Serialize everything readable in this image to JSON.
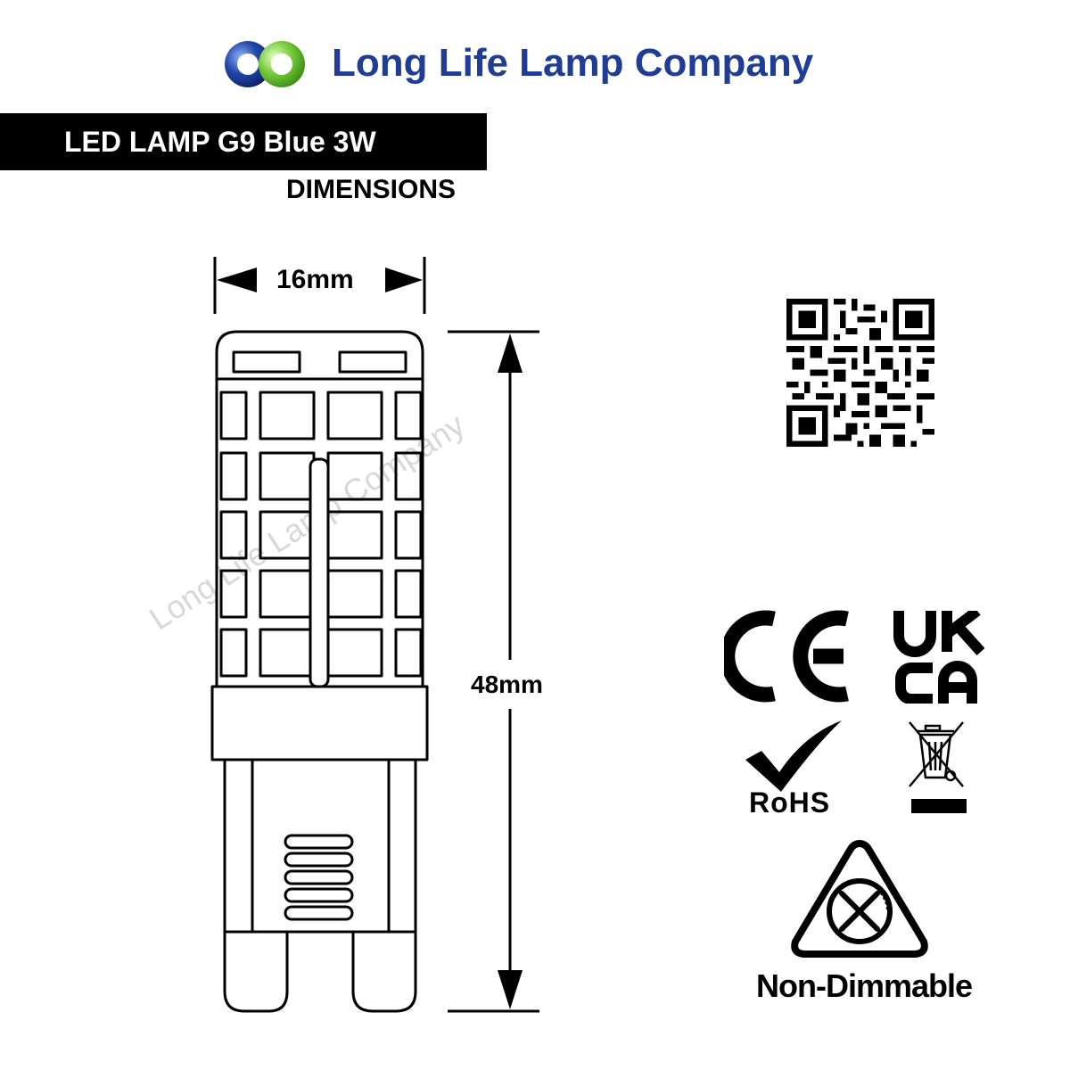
{
  "header": {
    "brand_name": "Long Life Lamp Company",
    "logo_icon": "interlocking-rings-logo",
    "colors": {
      "brand_text": "#1f3d96",
      "logo_blue": "#1a3c8f",
      "logo_green": "#6fc23a"
    }
  },
  "product": {
    "title": "LED LAMP G9 Blue 3W",
    "subtitle": "DIMENSIONS"
  },
  "diagram": {
    "width_label": "16mm",
    "height_label": "48mm",
    "watermark": "Long Life Lamp Company"
  },
  "certifications": {
    "qr_icon": "qr-code-icon",
    "ce_icon": "ce-mark-icon",
    "ukca_icon": "ukca-mark-icon",
    "ukca_text_line1": "UK",
    "ukca_text_line2": "CA",
    "rohs_label": "RoHS",
    "weee_icon": "crossed-out-bin-icon",
    "non_dimmable_icon": "non-dimmable-icon",
    "non_dimmable_label": "Non-Dimmable"
  }
}
